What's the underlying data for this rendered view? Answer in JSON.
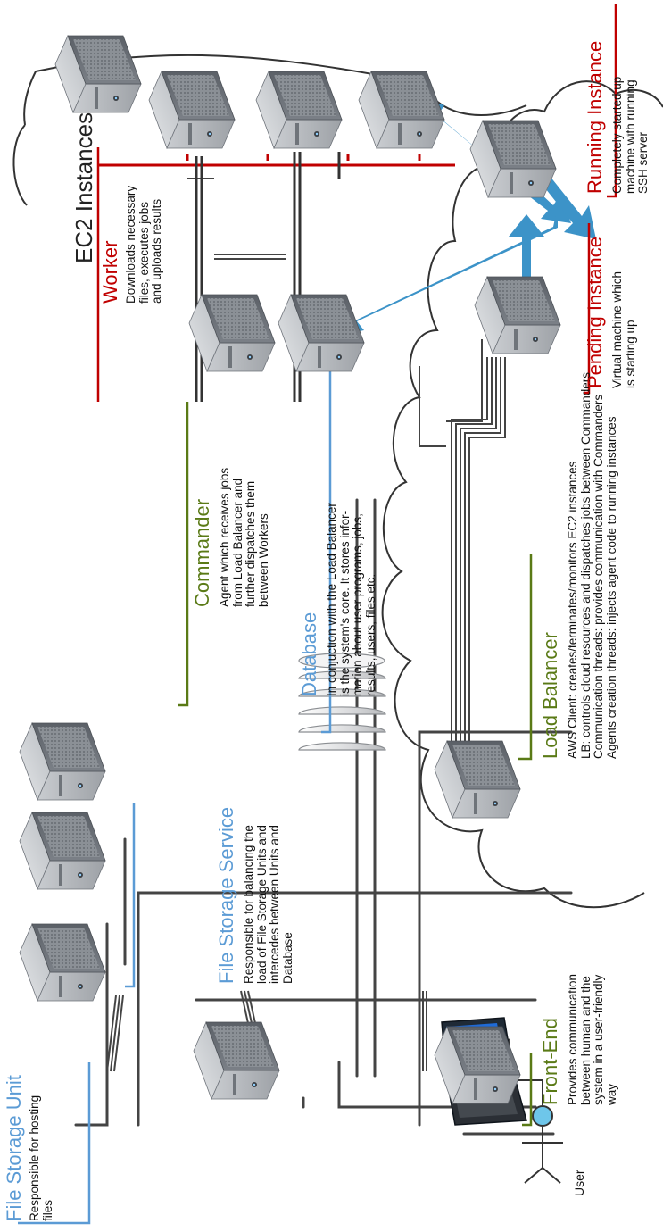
{
  "colors": {
    "blue": "#5b9bd5",
    "green": "#5a7a16",
    "red": "#c00000",
    "arrow": "#3c93c8",
    "wire": "#444444"
  },
  "cloud_title": "EC2 Instances",
  "components": {
    "file_storage_unit": {
      "title": "File Storage Unit",
      "lines": [
        "Responsible for hosting",
        "files"
      ]
    },
    "file_storage_service": {
      "title": "File Storage Service",
      "lines": [
        "Responsible for balancing the",
        "load of File Storage Units and",
        "intercedes between Units and",
        "Database"
      ]
    },
    "front_end": {
      "title": "Front-End",
      "lines": [
        "Provides communication",
        "between human and the",
        "system in a user-friendly",
        "way"
      ]
    },
    "load_balancer": {
      "title": "Load Balancer",
      "lines": [
        "AWS Client: creates/terminates/monitors EC2 instances",
        "LB: controls cloud resources and dispatches jobs between Commanders",
        "Communication threads: provides communication with Commanders",
        "Agents creation threads: injects agent code to running instances"
      ]
    },
    "database": {
      "title": "Database",
      "lines": [
        "In conjuction with the Load Balancer",
        "is the system's core. It stores infor-",
        "mation about user programs, jobs,",
        "results, users, files etc."
      ]
    },
    "commander": {
      "title": "Commander",
      "lines": [
        "Agent which receives jobs",
        "from Load Balancer and",
        "further dispatches them",
        "between Workers"
      ]
    },
    "worker": {
      "title": "Worker",
      "lines": [
        "Downloads necessary",
        "files, executes jobs",
        "and uploads results"
      ]
    },
    "pending_instance": {
      "title": "Pending Instance",
      "lines": [
        "Virtual machine which",
        "is starting up"
      ]
    },
    "running_instance": {
      "title": "Running Instance",
      "lines": [
        "Completely started up",
        "machine with running",
        "SSH server"
      ]
    }
  },
  "user_label": "User"
}
